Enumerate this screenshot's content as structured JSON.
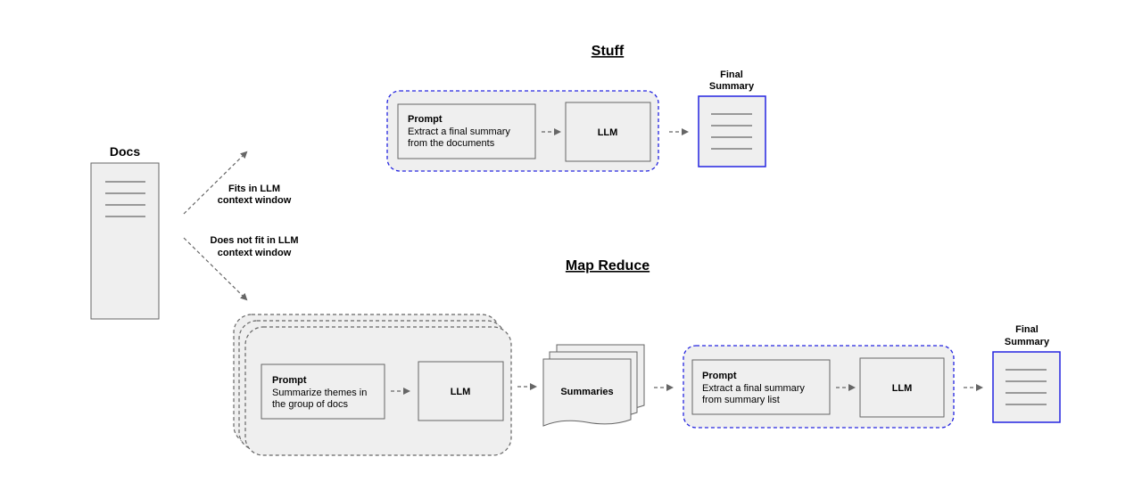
{
  "docs": {
    "title": "Docs"
  },
  "branches": {
    "fits": [
      "Fits in LLM",
      "context window"
    ],
    "not_fits": [
      "Does not fit in LLM",
      "context window"
    ]
  },
  "stuff": {
    "title": "Stuff",
    "prompt_title": "Prompt",
    "prompt_lines": [
      "Extract a final summary",
      "from the documents"
    ],
    "llm": "LLM",
    "final_summary": [
      "Final",
      "Summary"
    ]
  },
  "map_reduce": {
    "title": "Map Reduce",
    "map_prompt_title": "Prompt",
    "map_prompt_lines": [
      "Summarize themes in",
      "the group of docs"
    ],
    "map_llm": "LLM",
    "summaries": "Summaries",
    "reduce_prompt_title": "Prompt",
    "reduce_prompt_lines": [
      "Extract a final summary",
      "from summary list"
    ],
    "reduce_llm": "LLM",
    "final_summary": [
      "Final",
      "Summary"
    ]
  },
  "colors": {
    "box_fill": "#efefef",
    "box_stroke": "#666666",
    "blue": "#2424e0",
    "arrow": "#666666"
  }
}
